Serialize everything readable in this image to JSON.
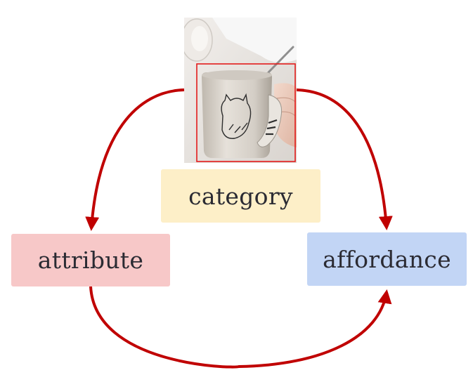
{
  "nodes": {
    "category": {
      "label": "category",
      "color": "#fdefc8"
    },
    "attribute": {
      "label": "attribute",
      "color": "#f7c8c8"
    },
    "affordance": {
      "label": "affordance",
      "color": "#c2d5f5"
    }
  },
  "arrow_color": "#c00000",
  "detection_box_color": "#e31b1b",
  "photo": {
    "subject": "white cat mug held in hand",
    "icons": [
      "mug-icon",
      "cat-drawing-icon",
      "hand-icon",
      "spoon-icon",
      "lid-icon"
    ]
  }
}
